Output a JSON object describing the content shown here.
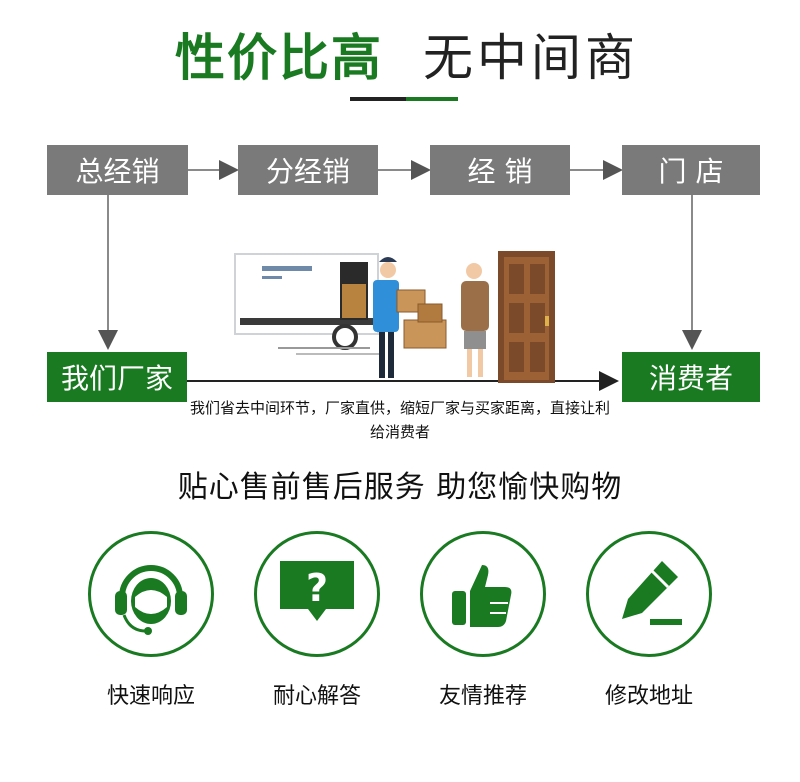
{
  "header": {
    "title_bold": "性价比高",
    "title_light": "无中间商"
  },
  "flow": {
    "level1": "总经销",
    "level2": "分经销",
    "level3": "经 销",
    "level4": "门 店",
    "factory": "我们厂家",
    "consumer": "消费者",
    "caption": "我们省去中间环节，厂家直供，缩短厂家与买家距离，直接让利给消费者"
  },
  "services": {
    "subtitle": "贴心售前售后服务 助您愉快购物",
    "items": [
      {
        "label": "快速响应",
        "icon": "headset-agent-icon"
      },
      {
        "label": "耐心解答",
        "icon": "question-bubble-icon"
      },
      {
        "label": "友情推荐",
        "icon": "thumbs-up-icon"
      },
      {
        "label": "修改地址",
        "icon": "pencil-edit-icon"
      }
    ]
  },
  "colors": {
    "brand_green": "#1a7a22",
    "box_gray": "#7a7a7a"
  }
}
